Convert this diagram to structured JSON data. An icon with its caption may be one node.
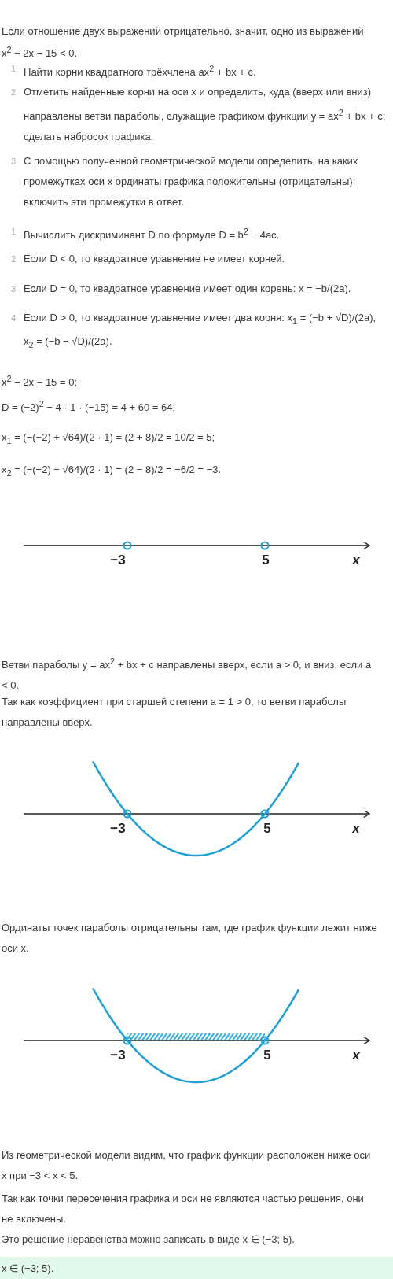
{
  "diagram": {
    "nodes": [
      {
        "text": [
          "x ∈ (−3; 5)."
        ]
      }
    ],
    "labels": [
      "Если отношение двух выражений отрицательно, значит, одно из выражений",
      "x$^{2}$ − 2x − 15 < 0.",
      "1",
      "Найти корни квадратного трёхчлена ax$^{2}$ + bx + c.",
      "2",
      "Отметить найденные корни на оси x и определить, куда (вверх или вниз) направлены ветви параболы, служащие графиком функции y = ax$^{2}$ + bx + c; сделать набросок графика.",
      "3",
      "С помощью полученной геометрической модели определить, на каких промежутках оси x ординаты графика положительны (отрицательны); включить эти промежутки в ответ.",
      "1",
      "Вычислить дискриминант D по формуле D = b$^{2}$ − 4ac.",
      "2",
      "Если D < 0, то квадратное уравнение не имеет корней.",
      "3",
      "Если D = 0, то квадратное уравнение имеет один корень: x = −b/(2a).",
      "4",
      "Если D > 0, то квадратное уравнение имеет два корня: x$_{1}$ = (−b + √D)/(2a), x$_{2}$ = (−b − √D)/(2a).",
      "x$^{2}$ − 2x − 15 = 0;",
      "D = (−2)$^{2}$ − 4 · 1 · (−15) = 4 + 60 = 64;",
      "x$_{1}$ = (−(−2) + √64)/(2 · 1) = (2 + 8)/2 = 10/2 = 5;",
      "x$_{2}$ = (−(−2) − √64)/(2 · 1) = (2 − 8)/2 = −6/2 = −3.",
      "−3",
      "5",
      "x",
      "Ветви параболы y = ax$^{2}$ + bx + c направлены вверх, если a > 0, и вниз, если a < 0.",
      "Так как коэффициент при старшей степени a = 1 > 0, то ветви параболы направлены вверх.",
      "−3",
      "5",
      "x",
      "Ординаты точек параболы отрицательны там, где график функции лежит ниже оси x.",
      "−3",
      "5",
      "x",
      "Из геометрической модели видим, что график функции расположен ниже оси x при −3 < x < 5.",
      "Так как точки пересечения графика и оси не являются частью решения, они не включены.",
      "Это решение неравенства можно записать в виде x ∈ (−3; 5)."
    ]
  }
}
